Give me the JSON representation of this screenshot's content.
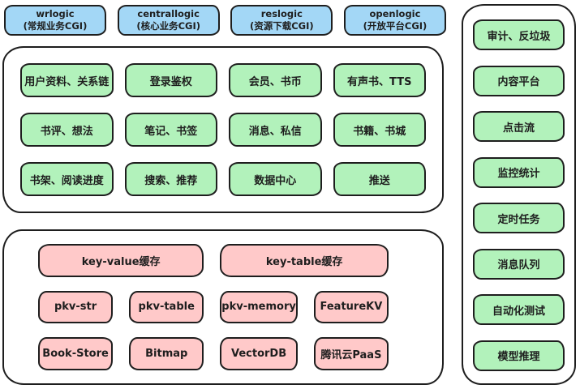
{
  "colors": {
    "blue_fill": "#a3d7f6",
    "green_fill": "#b2f2bb",
    "pink_fill": "#ffc9c9",
    "stroke": "#1e1e1e",
    "background": "#ffffff"
  },
  "diagram": {
    "cgi_layer": [
      {
        "title": "wrlogic",
        "subtitle": "(常规业务CGI)"
      },
      {
        "title": "centrallogic",
        "subtitle": "(核心业务CGI)"
      },
      {
        "title": "reslogic",
        "subtitle": "(资源下载CGI)"
      },
      {
        "title": "openlogic",
        "subtitle": "(开放平台CGI)"
      }
    ],
    "business_modules": {
      "rows": [
        [
          "用户资料、关系链",
          "登录鉴权",
          "会员、书币",
          "有声书、TTS"
        ],
        [
          "书评、想法",
          "笔记、书签",
          "消息、私信",
          "书籍、书城"
        ],
        [
          "书架、阅读进度",
          "搜索、推荐",
          "数据中心",
          "推送"
        ]
      ]
    },
    "storage_layer": {
      "cache_row": [
        "key-value缓存",
        "key-table缓存"
      ],
      "rows": [
        [
          "pkv-str",
          "pkv-table",
          "pkv-memory",
          "FeatureKV"
        ],
        [
          "Book-Store",
          "Bitmap",
          "VectorDB",
          "腾讯云PaaS"
        ]
      ]
    },
    "platform_services": [
      "审计、反垃圾",
      "内容平台",
      "点击流",
      "监控统计",
      "定时任务",
      "消息队列",
      "自动化测试",
      "模型推理"
    ]
  }
}
